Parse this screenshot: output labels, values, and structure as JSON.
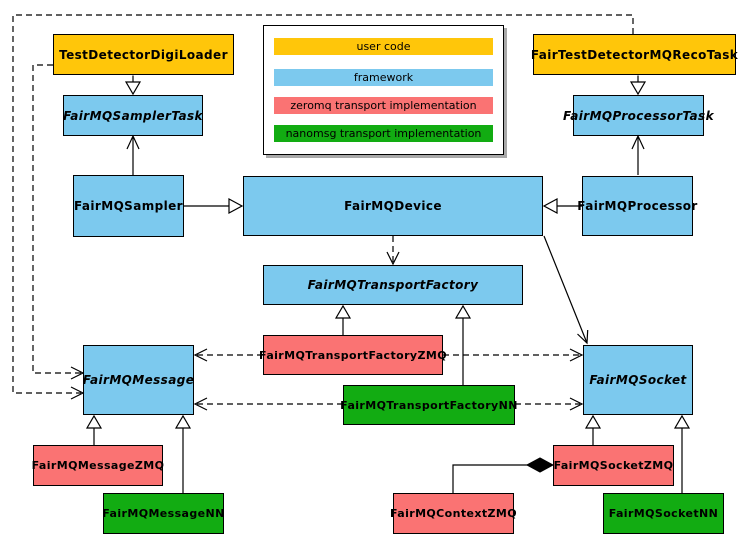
{
  "colors": {
    "user_code": "#FFC60A",
    "framework": "#7CC9EE",
    "zeromq": "#FA7373",
    "nanomsg": "#12AC12"
  },
  "legend": {
    "items": [
      {
        "label": "user code",
        "color": "#FFC60A"
      },
      {
        "label": "framework",
        "color": "#7CC9EE"
      },
      {
        "label": "zeromq transport implementation",
        "color": "#FA7373"
      },
      {
        "label": "nanomsg transport implementation",
        "color": "#12AC12"
      }
    ]
  },
  "nodes": {
    "test_detector_digi_loader": {
      "label": "TestDetectorDigiLoader",
      "category": "user code",
      "abstract": false
    },
    "fair_test_detector_mq_reco_task": {
      "label": "FairTestDetectorMQRecoTask",
      "category": "user code",
      "abstract": false
    },
    "fairmq_sampler_task": {
      "label": "FairMQSamplerTask",
      "category": "framework",
      "abstract": true
    },
    "fairmq_processor_task": {
      "label": "FairMQProcessorTask",
      "category": "framework",
      "abstract": true
    },
    "fairmq_sampler": {
      "label": "FairMQSampler",
      "category": "framework",
      "abstract": false
    },
    "fairmq_device": {
      "label": "FairMQDevice",
      "category": "framework",
      "abstract": false
    },
    "fairmq_processor": {
      "label": "FairMQProcessor",
      "category": "framework",
      "abstract": false
    },
    "fairmq_transport_factory": {
      "label": "FairMQTransportFactory",
      "category": "framework",
      "abstract": true
    },
    "fairmq_transport_factory_zmq": {
      "label": "FairMQTransportFactoryZMQ",
      "category": "zeromq",
      "abstract": false
    },
    "fairmq_transport_factory_nn": {
      "label": "FairMQTransportFactoryNN",
      "category": "nanomsg",
      "abstract": false
    },
    "fairmq_message": {
      "label": "FairMQMessage",
      "category": "framework",
      "abstract": true
    },
    "fairmq_socket": {
      "label": "FairMQSocket",
      "category": "framework",
      "abstract": true
    },
    "fairmq_message_zmq": {
      "label": "FairMQMessageZMQ",
      "category": "zeromq",
      "abstract": false
    },
    "fairmq_message_nn": {
      "label": "FairMQMessageNN",
      "category": "nanomsg",
      "abstract": false
    },
    "fairmq_socket_zmq": {
      "label": "FairMQSocketZMQ",
      "category": "zeromq",
      "abstract": false
    },
    "fairmq_socket_nn": {
      "label": "FairMQSocketNN",
      "category": "nanomsg",
      "abstract": false
    },
    "fairmq_context_zmq": {
      "label": "FairMQContextZMQ",
      "category": "zeromq",
      "abstract": false
    }
  },
  "edges": [
    {
      "from": "TestDetectorDigiLoader",
      "to": "FairMQSamplerTask",
      "type": "inheritance"
    },
    {
      "from": "FairTestDetectorMQRecoTask",
      "to": "FairMQProcessorTask",
      "type": "inheritance"
    },
    {
      "from": "FairMQSampler",
      "to": "FairMQSamplerTask",
      "type": "association"
    },
    {
      "from": "FairMQProcessor",
      "to": "FairMQProcessorTask",
      "type": "association"
    },
    {
      "from": "FairMQSampler",
      "to": "FairMQDevice",
      "type": "inheritance"
    },
    {
      "from": "FairMQProcessor",
      "to": "FairMQDevice",
      "type": "inheritance"
    },
    {
      "from": "FairMQDevice",
      "to": "FairMQTransportFactory",
      "type": "dependency"
    },
    {
      "from": "FairMQDevice",
      "to": "FairMQSocket",
      "type": "association"
    },
    {
      "from": "FairMQTransportFactoryZMQ",
      "to": "FairMQTransportFactory",
      "type": "inheritance"
    },
    {
      "from": "FairMQTransportFactoryNN",
      "to": "FairMQTransportFactory",
      "type": "inheritance"
    },
    {
      "from": "FairMQTransportFactoryZMQ",
      "to": "FairMQMessage",
      "type": "dependency"
    },
    {
      "from": "FairMQTransportFactoryZMQ",
      "to": "FairMQSocket",
      "type": "dependency"
    },
    {
      "from": "FairMQTransportFactoryNN",
      "to": "FairMQMessage",
      "type": "dependency"
    },
    {
      "from": "FairMQTransportFactoryNN",
      "to": "FairMQSocket",
      "type": "dependency"
    },
    {
      "from": "TestDetectorDigiLoader",
      "to": "FairMQMessage",
      "type": "dependency"
    },
    {
      "from": "FairTestDetectorMQRecoTask",
      "to": "FairMQMessage",
      "type": "dependency"
    },
    {
      "from": "FairMQMessageZMQ",
      "to": "FairMQMessage",
      "type": "inheritance"
    },
    {
      "from": "FairMQMessageNN",
      "to": "FairMQMessage",
      "type": "inheritance"
    },
    {
      "from": "FairMQSocketZMQ",
      "to": "FairMQSocket",
      "type": "inheritance"
    },
    {
      "from": "FairMQSocketNN",
      "to": "FairMQSocket",
      "type": "inheritance"
    },
    {
      "from": "FairMQContextZMQ",
      "to": "FairMQSocketZMQ",
      "type": "composition"
    }
  ]
}
